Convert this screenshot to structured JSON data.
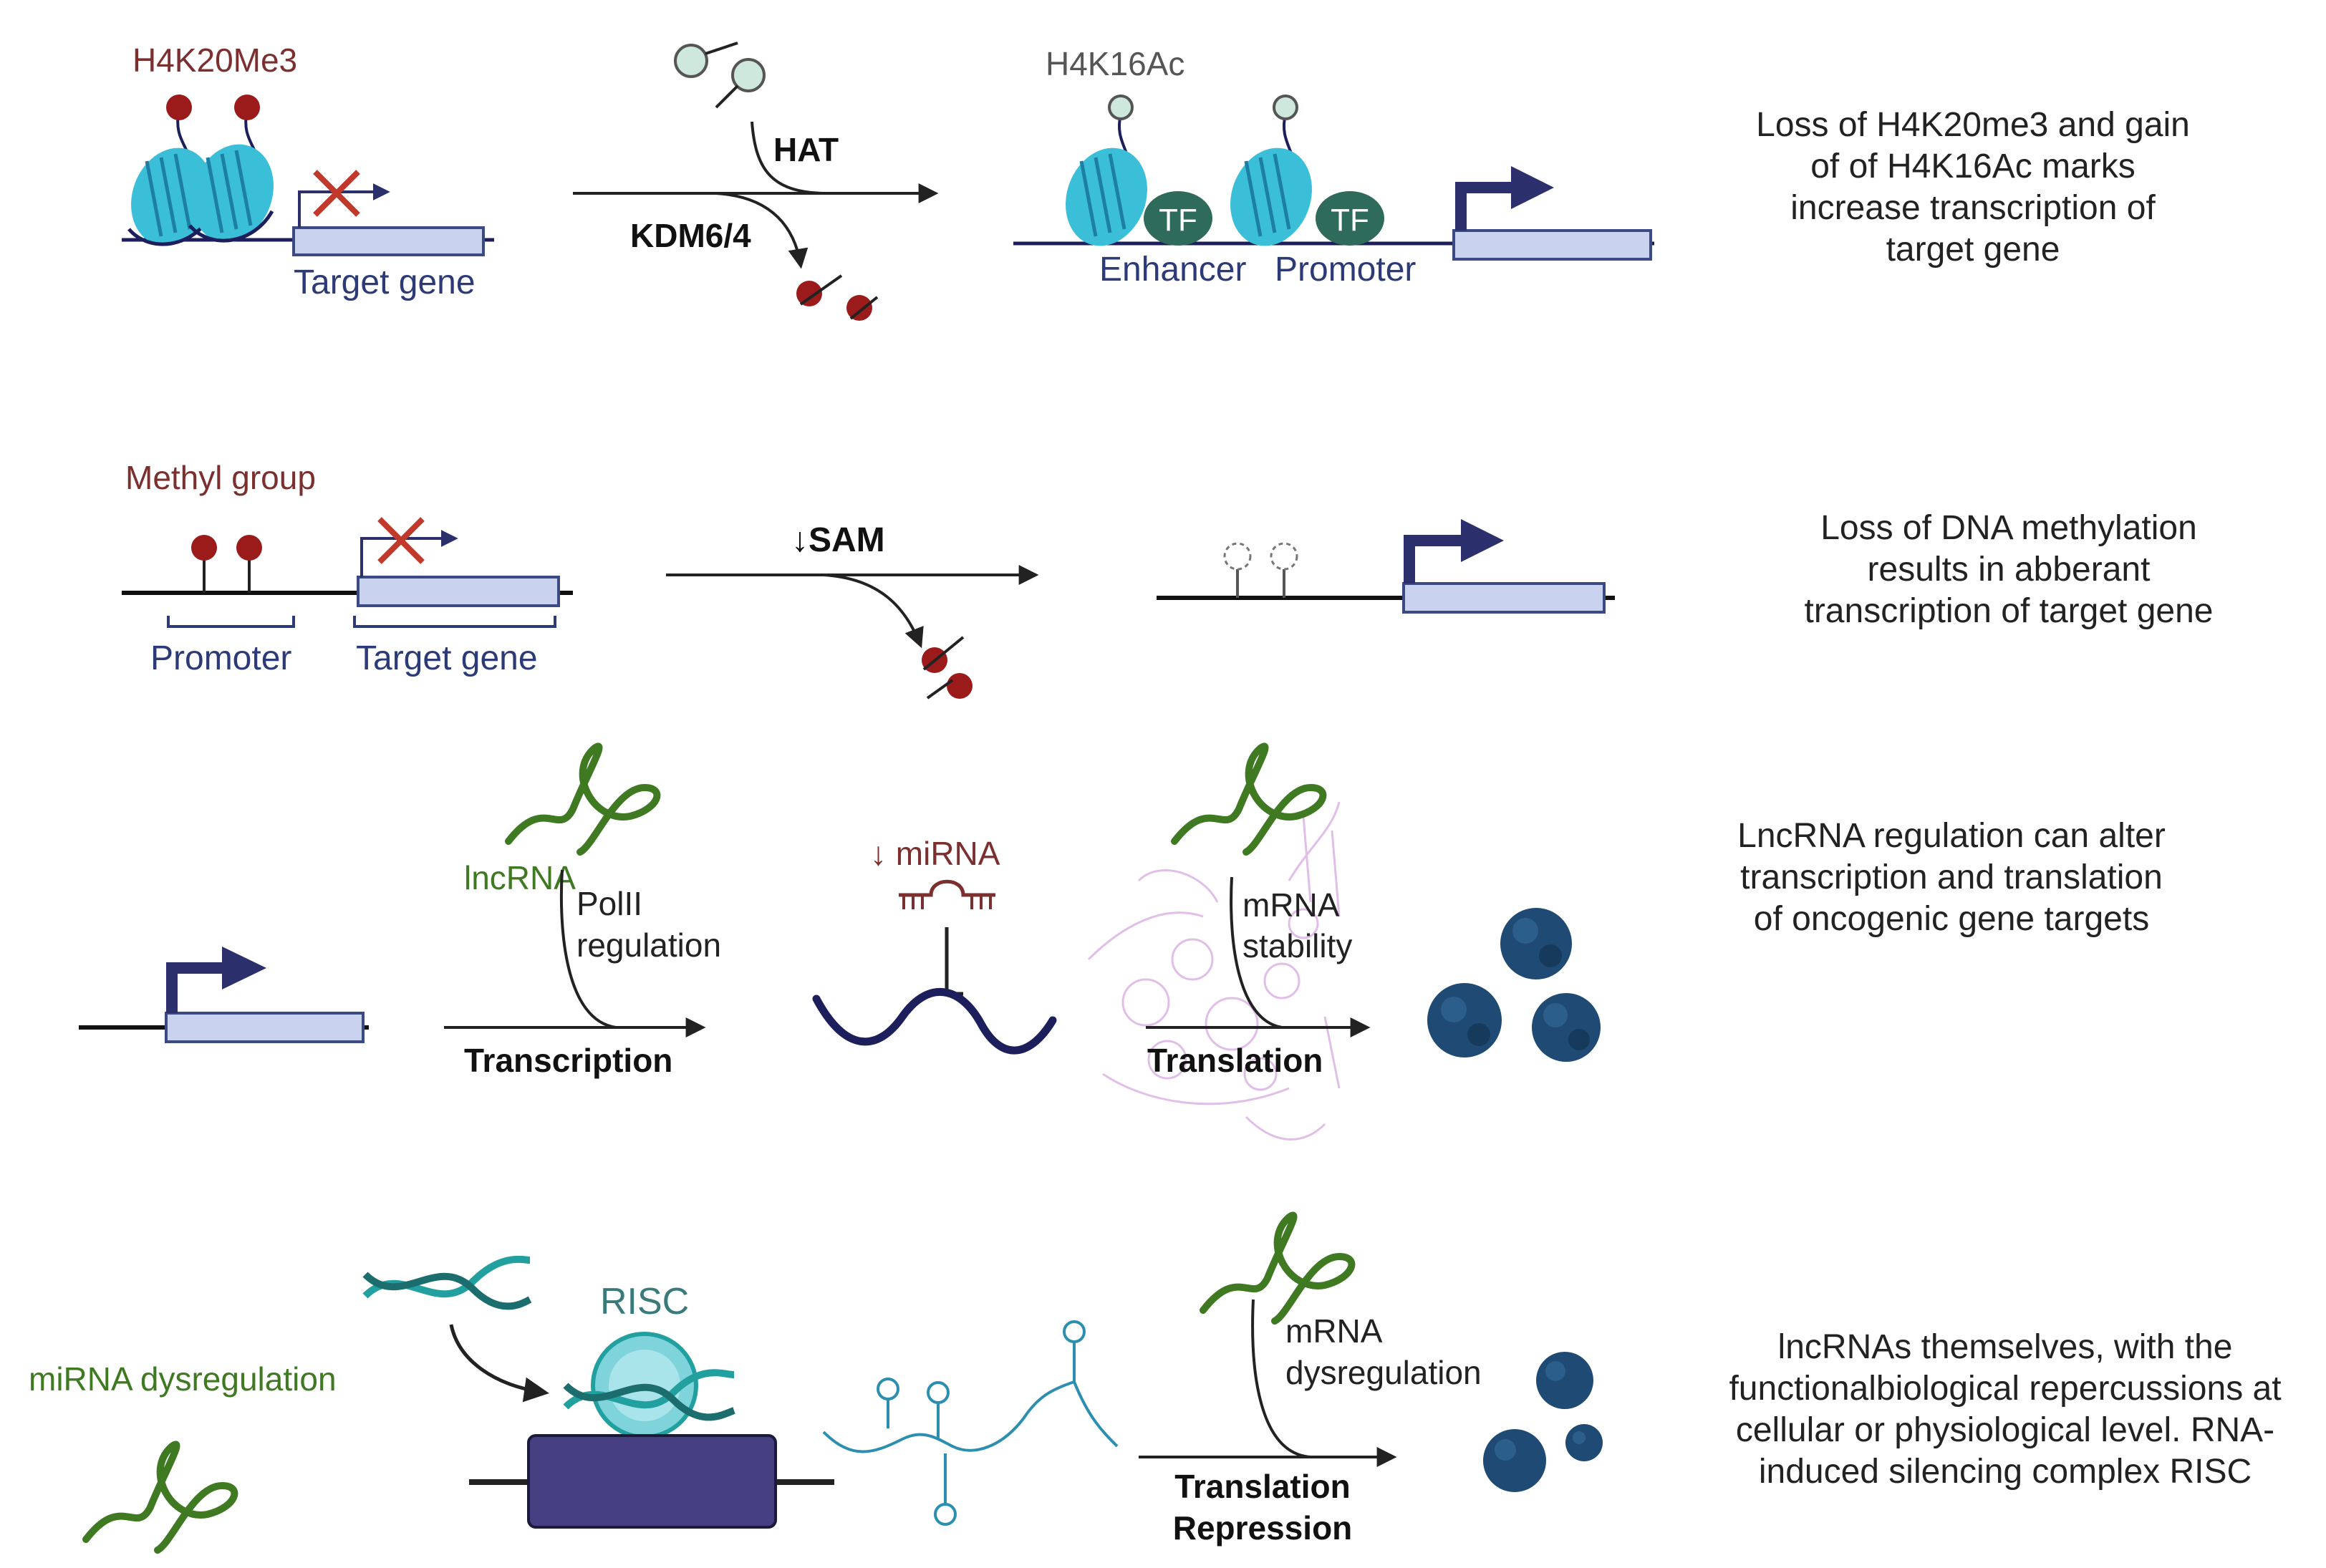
{
  "colors": {
    "nucleosome": "#3bbfd8",
    "nucleosome_dark": "#1d7fa3",
    "methyl": "#9b1b1b",
    "acetyl": "#cfe8dd",
    "tf": "#2f6b5a",
    "gene_box": "#c9d3ef",
    "gene_outline": "#3c4a84",
    "arrow_promoter": "#2b2f6b",
    "lncrna": "#3f7a22",
    "mirna_strand": "#1c1f5c",
    "protein": "#1f4a73",
    "risc_teal": "#22a0a0",
    "block_purple": "#463f82",
    "inhibit_x": "#c0392b"
  },
  "panel1": {
    "mark_label_left": "H4K20Me3",
    "target_gene": "Target gene",
    "enzyme_top": "HAT",
    "enzyme_bottom": "KDM6/4",
    "mark_label_right": "H4K16Ac",
    "tf1": "TF",
    "tf2": "TF",
    "enhancer": "Enhancer",
    "promoter": "Promoter",
    "description": [
      "Loss of H4K20me3 and gain",
      "of of H4K16Ac marks",
      "increase transcription of",
      "target gene"
    ]
  },
  "panel2": {
    "methyl_label": "Methyl group",
    "promoter": "Promoter",
    "target_gene": "Target gene",
    "sam": "↓SAM",
    "description": [
      "Loss of DNA methylation",
      "results in abberant",
      "transcription of target gene"
    ]
  },
  "panel3": {
    "lncrna": "lncRNA",
    "polii_1": "PolII",
    "polii_2": "regulation",
    "transcription": "Transcription",
    "mirna": "↓ miRNA",
    "mrna_1": "mRNA",
    "mrna_2": "stability",
    "translation": "Translation",
    "description": [
      "LncRNA  regulation can alter",
      "transcription and translation",
      "of oncogenic gene targets"
    ]
  },
  "panel4": {
    "mirna_dysreg": "miRNA dysregulation",
    "risc": "RISC",
    "mrna_1": "mRNA",
    "mrna_2": "dysregulation",
    "transl_1": "Translation",
    "transl_2": "Repression",
    "description": [
      "lncRNAs themselves, with the",
      "functionalbiological repercussions at",
      "cellular or physiological level. RNA-",
      "induced silencing complex RISC"
    ]
  }
}
